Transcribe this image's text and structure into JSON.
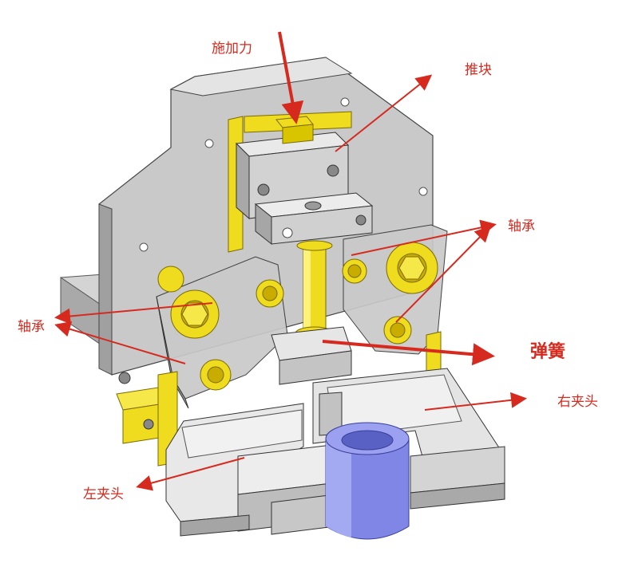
{
  "labels": {
    "apply_force": "施加力",
    "push_block": "推块",
    "bearing_right": "轴承",
    "bearing_left": "轴承",
    "spring": "弹簧",
    "right_clamp": "右夹头",
    "left_clamp": "左夹头"
  },
  "colors": {
    "annotation": "#d62a1f",
    "steel_light": "#d9d9d9",
    "steel_mid": "#b8b8b8",
    "steel_dark": "#8f8f8f",
    "brass": "#f0dc1e",
    "brass_dark": "#c9ac00",
    "workpiece": "#7f86e6",
    "workpiece_dark": "#5a61c4"
  }
}
